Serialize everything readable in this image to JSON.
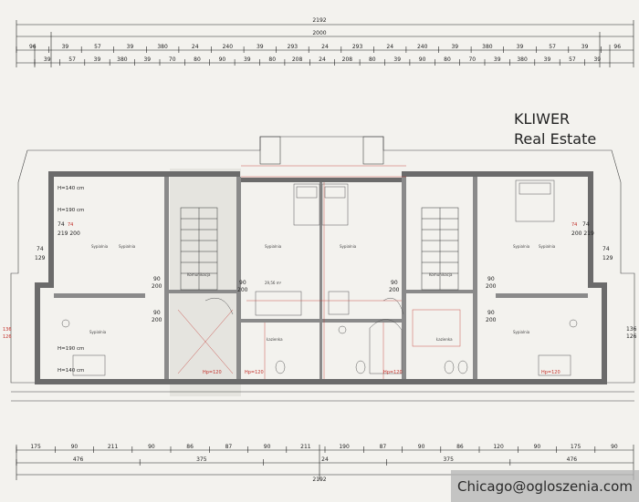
{
  "brand": {
    "line1": "KLIWER",
    "line2": "Real Estate"
  },
  "watermark": {
    "text": "Chicago@ogloszenia.com"
  },
  "top_dimensions": {
    "overall": "2192",
    "inner": "2000",
    "row1": [
      "96",
      "39",
      "57",
      "39",
      "380",
      "24",
      "240",
      "39",
      "293",
      "24",
      "293",
      "24",
      "240",
      "39",
      "380",
      "39",
      "57",
      "39",
      "96"
    ],
    "row2": [
      "39",
      "57",
      "39",
      "380",
      "39",
      "70",
      "80",
      "90",
      "39",
      "80",
      "208",
      "24",
      "208",
      "80",
      "39",
      "90",
      "80",
      "70",
      "39",
      "380",
      "39",
      "57",
      "39"
    ]
  },
  "bottom_dimensions": {
    "overall": "2192",
    "row1": [
      "175",
      "90",
      "211",
      "90",
      "86",
      "87",
      "90",
      "211",
      "190",
      "87",
      "90",
      "86",
      "120",
      "90",
      "175",
      "90"
    ],
    "row2": [
      "476",
      "375",
      "24",
      "375",
      "476"
    ]
  },
  "left_room_labels": {
    "h_upper_1": "H=140 cm",
    "h_upper_2": "H=190 cm",
    "h_lower_1": "H=190 cm",
    "h_lower_2": "H=140 cm",
    "win_a": "74",
    "win_b": "74",
    "sill": "219 200",
    "side_74": "74",
    "side_129": "129",
    "side_136": "136",
    "side_126": "126"
  },
  "door_labels": {
    "d1_top": "90",
    "d1_bot": "200",
    "d2_top": "90",
    "d2_bot": "200",
    "d3_top": "90",
    "d3_bot": "200",
    "d4_top": "90",
    "d4_bot": "200",
    "d5_top": "90",
    "d5_bot": "200",
    "d6_top": "90",
    "d6_bot": "200"
  },
  "right_room_labels": {
    "side_74": "74",
    "side_129": "129",
    "side_136": "136",
    "side_126": "126",
    "win_74": "74",
    "win_74b": "74",
    "sill": "200 219"
  },
  "rooms": {
    "r_left_top": "Sypialnia",
    "r_left_top2": "Sypialnia",
    "r_center_left": "Sypialnia",
    "r_center_right": "Sypialnia",
    "r_center_area": "29,56 m²",
    "r_right_top": "Sypialnia",
    "r_right_top2": "Sypialnia",
    "r_left_bot": "Sypialnia",
    "r_right_bot": "Sypialnia",
    "r_left_komunik": "Komunikacja",
    "r_right_komunik": "Komunikacja",
    "r_lazienka_l": "Łazienka",
    "r_lazienka_r": "Łazienka"
  },
  "red_labels": {
    "hp_left": "Hp=120",
    "hp_mid_l": "Hp=120",
    "hp_mid_r": "Hp=120",
    "hp_right": "Hp=120"
  }
}
